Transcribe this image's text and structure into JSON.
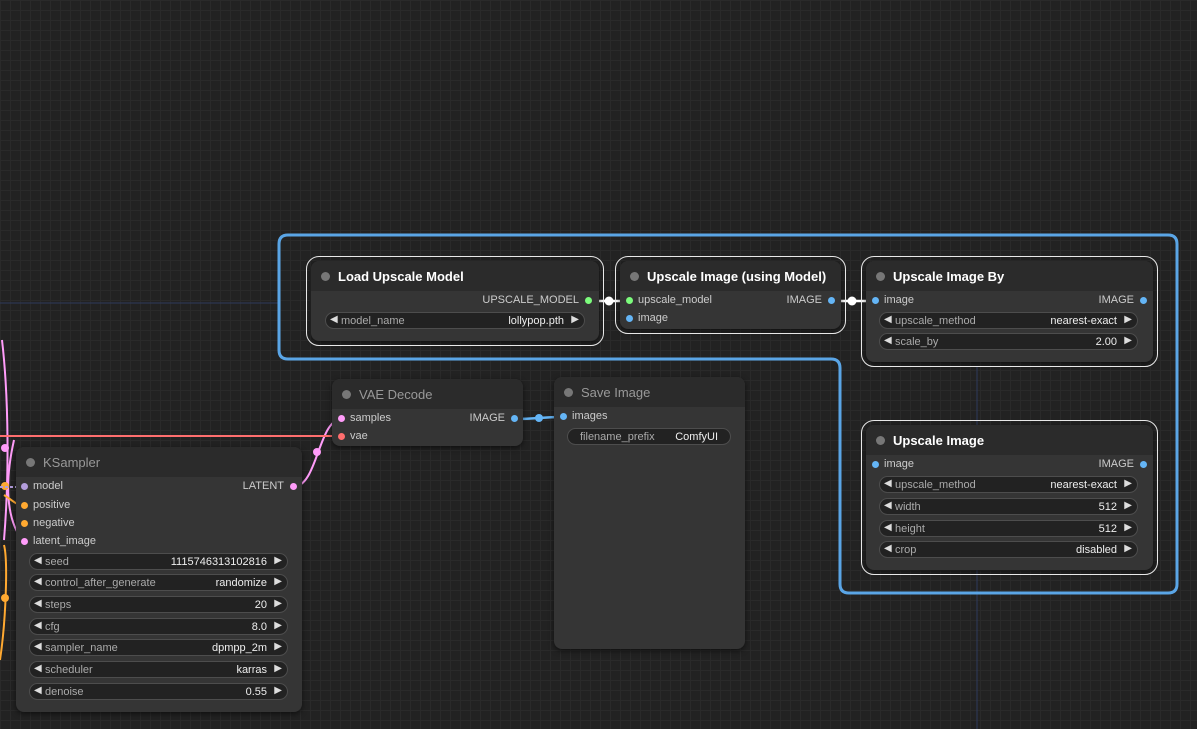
{
  "colors": {
    "model": "#b39ddb",
    "conditioning": "#ffa931",
    "latent": "#ff9cf9",
    "vae": "#ff6e6e",
    "image": "#64b5f6",
    "upscale_model": "#7cfc7c",
    "group_border": "#5aa5e6"
  },
  "nodes": {
    "load_upscale_model": {
      "title": "Load Upscale Model",
      "outputs": [
        "UPSCALE_MODEL"
      ],
      "widgets": [
        {
          "name": "model_name",
          "value": "lollypop.pth"
        }
      ]
    },
    "upscale_image_using_model": {
      "title": "Upscale Image (using Model)",
      "inputs": [
        "upscale_model",
        "image"
      ],
      "outputs": [
        "IMAGE"
      ]
    },
    "upscale_image_by": {
      "title": "Upscale Image By",
      "inputs": [
        "image"
      ],
      "outputs": [
        "IMAGE"
      ],
      "widgets": [
        {
          "name": "upscale_method",
          "value": "nearest-exact"
        },
        {
          "name": "scale_by",
          "value": "2.00"
        }
      ]
    },
    "upscale_image": {
      "title": "Upscale Image",
      "inputs": [
        "image"
      ],
      "outputs": [
        "IMAGE"
      ],
      "widgets": [
        {
          "name": "upscale_method",
          "value": "nearest-exact"
        },
        {
          "name": "width",
          "value": "512"
        },
        {
          "name": "height",
          "value": "512"
        },
        {
          "name": "crop",
          "value": "disabled"
        }
      ]
    },
    "vae_decode": {
      "title": "VAE Decode",
      "inputs": [
        "samples",
        "vae"
      ],
      "outputs": [
        "IMAGE"
      ]
    },
    "save_image": {
      "title": "Save Image",
      "inputs": [
        "images"
      ],
      "widgets": [
        {
          "name": "filename_prefix",
          "value": "ComfyUI"
        }
      ]
    },
    "ksampler": {
      "title": "KSampler",
      "inputs": [
        "model",
        "positive",
        "negative",
        "latent_image"
      ],
      "outputs": [
        "LATENT"
      ],
      "widgets": [
        {
          "name": "seed",
          "value": "1115746313102816"
        },
        {
          "name": "control_after_generate",
          "value": "randomize"
        },
        {
          "name": "steps",
          "value": "20"
        },
        {
          "name": "cfg",
          "value": "8.0"
        },
        {
          "name": "sampler_name",
          "value": "dpmpp_2m"
        },
        {
          "name": "scheduler",
          "value": "karras"
        },
        {
          "name": "denoise",
          "value": "0.55"
        }
      ]
    }
  }
}
